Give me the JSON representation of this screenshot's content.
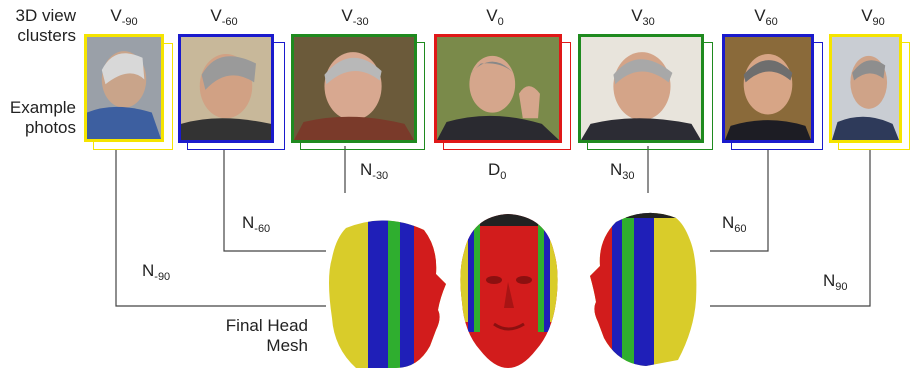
{
  "labels": {
    "clusters": "3D view clusters",
    "clusters_line1": "3D view",
    "clusters_line2": "clusters",
    "photos_line1": "Example",
    "photos_line2": "photos",
    "final_line1": "Final Head",
    "final_line2": "Mesh"
  },
  "views": [
    {
      "id": "v-90",
      "base": "V",
      "sub": "-90",
      "color": "#f5e400"
    },
    {
      "id": "v-60",
      "base": "V",
      "sub": "-60",
      "color": "#1a1acc"
    },
    {
      "id": "v-30",
      "base": "V",
      "sub": "-30",
      "color": "#1f8a1f"
    },
    {
      "id": "v0",
      "base": "V",
      "sub": "0",
      "color": "#e01818"
    },
    {
      "id": "v30",
      "base": "V",
      "sub": "30",
      "color": "#1f8a1f"
    },
    {
      "id": "v60",
      "base": "V",
      "sub": "60",
      "color": "#1a1acc"
    },
    {
      "id": "v90",
      "base": "V",
      "sub": "90",
      "color": "#f5e400"
    }
  ],
  "normals": [
    {
      "id": "n-90",
      "base": "N",
      "sub": "-90"
    },
    {
      "id": "n-60",
      "base": "N",
      "sub": "-60"
    },
    {
      "id": "n-30",
      "base": "N",
      "sub": "-30"
    },
    {
      "id": "d0",
      "base": "D",
      "sub": "0"
    },
    {
      "id": "n30",
      "base": "N",
      "sub": "30"
    },
    {
      "id": "n60",
      "base": "N",
      "sub": "60"
    },
    {
      "id": "n90",
      "base": "N",
      "sub": "90"
    }
  ],
  "mesh_colors": {
    "yellow": "#d9cc2a",
    "blue": "#1f1fb8",
    "green": "#2fae2f",
    "red": "#d21c1c",
    "dark": "#222222"
  }
}
